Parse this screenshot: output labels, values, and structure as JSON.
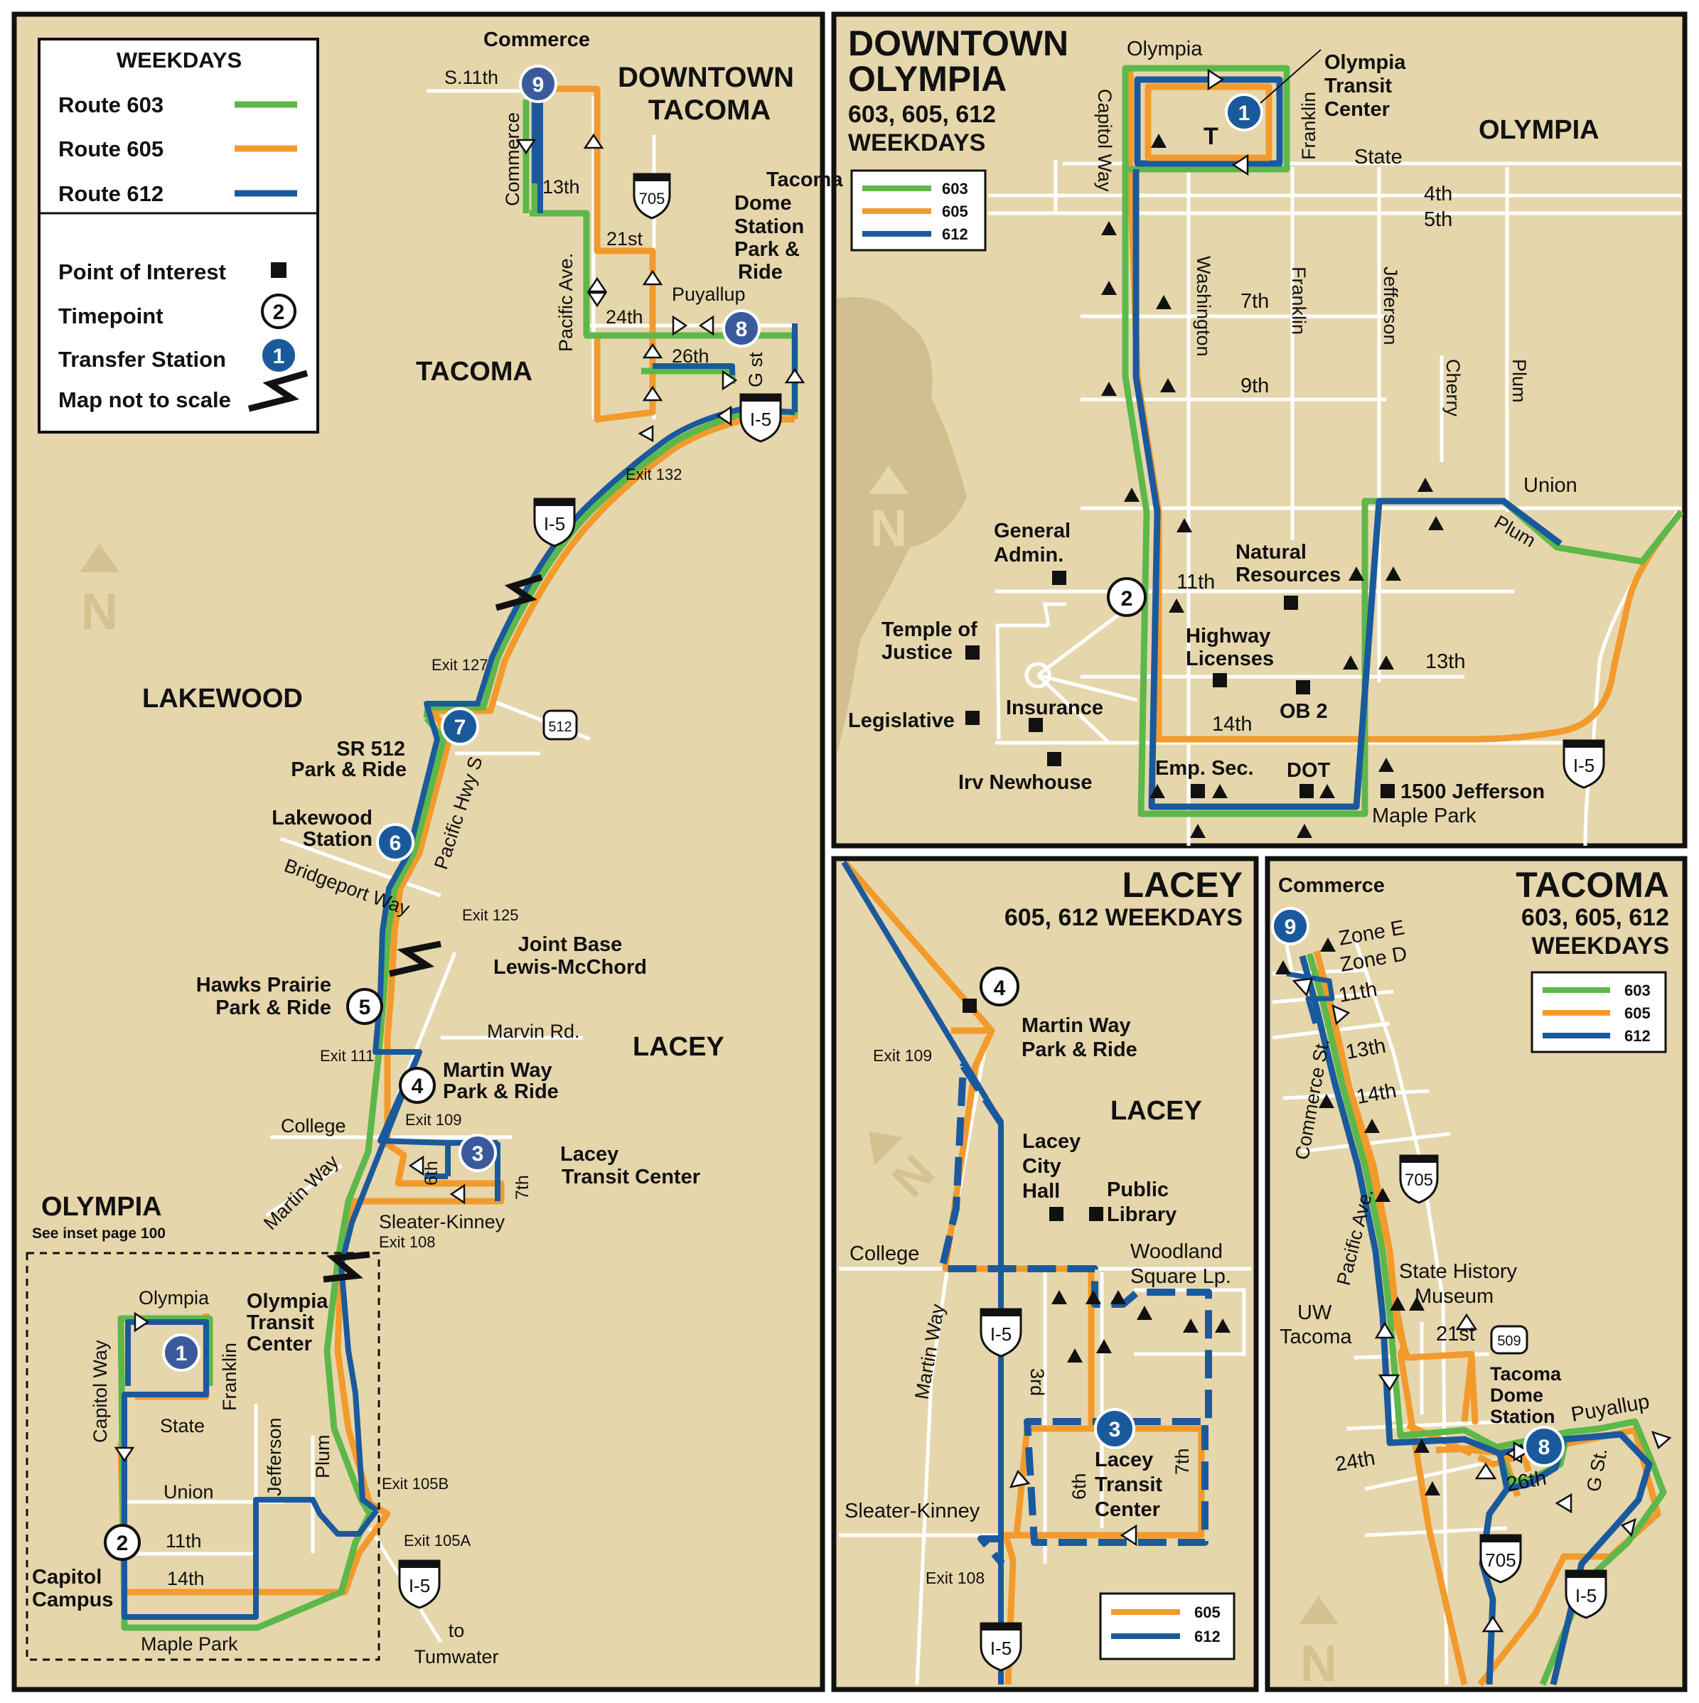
{
  "legend": {
    "heading": "WEEKDAYS",
    "routes": [
      {
        "label": "Route 603",
        "color": "#5cb84a"
      },
      {
        "label": "Route 605",
        "color": "#f39a2c"
      },
      {
        "label": "Route 612",
        "color": "#1a5a9c"
      }
    ],
    "symbols": {
      "poi": "Point of Interest",
      "timepoint": "Timepoint",
      "transfer": "Transfer Station",
      "not_to_scale": "Map not to scale"
    },
    "timepoint_sample": "2",
    "transfer_sample": "1"
  },
  "colors": {
    "background": "#e6d6ac",
    "route_603": "#5cb84a",
    "route_605": "#f39a2c",
    "route_612": "#1a5a9c",
    "water": "#d2bf90"
  },
  "main": {
    "areas": {
      "downtown_tacoma": [
        "DOWNTOWN",
        "TACOMA"
      ],
      "tacoma": "TACOMA",
      "lakewood": "LAKEWOOD",
      "lacey": "LACEY",
      "olympia": "OLYMPIA",
      "olympia_note": "See inset page 100"
    },
    "streets": {
      "commerce_top": "Commerce",
      "s11th": "S.11th",
      "commerce_side": "Commerce",
      "s13th": "13th",
      "pacific": "Pacific Ave.",
      "s21st": "21st",
      "puyallup": "Puyallup",
      "s24th": "24th",
      "s26th": "26th",
      "gst": "G st",
      "pacific_hwy": "Pacific Hwy S",
      "bridgeport": "Bridgeport Way",
      "marvin": "Marvin Rd.",
      "college": "College",
      "martin_way": "Martin Way",
      "s6th": "6th",
      "s7th": "7th",
      "sleater": "Sleater-Kinney",
      "olympia_st": "Olympia",
      "capitol_way": "Capitol Way",
      "franklin": "Franklin",
      "state": "State",
      "union": "Union",
      "jefferson": "Jefferson",
      "plum": "Plum",
      "s11th_oly": "11th",
      "s14th_oly": "14th",
      "maple_park": "Maple Park",
      "to_tumwater": [
        "to",
        "Tumwater"
      ]
    },
    "exits": {
      "e132": "Exit 132",
      "e127": "Exit 127",
      "e125": "Exit 125",
      "e111": "Exit 111",
      "e109": "Exit 109",
      "e108": "Exit 108",
      "e105b": "Exit 105B",
      "e105a": "Exit 105A"
    },
    "shields": {
      "i705": "705",
      "i5": "I-5",
      "sr512": "512"
    },
    "stops": {
      "s9": {
        "num": "9",
        "label": [
          "Commerce"
        ]
      },
      "s8": {
        "num": "8",
        "label": [
          "Tacoma",
          "Dome",
          "Station",
          "Park &",
          "Ride"
        ]
      },
      "s7": {
        "num": "7",
        "label": [
          "SR 512",
          "Park & Ride"
        ]
      },
      "s6": {
        "num": "6",
        "label": [
          "Lakewood",
          "Station"
        ]
      },
      "s5": {
        "num": "5",
        "label": [
          "Hawks Prairie",
          "Park & Ride"
        ]
      },
      "s4": {
        "num": "4",
        "label": [
          "Martin Way",
          "Park & Ride"
        ]
      },
      "s3": {
        "num": "3",
        "label": [
          "Lacey",
          "Transit Center"
        ]
      },
      "s2": {
        "num": "2",
        "label": [
          "Capitol",
          "Campus"
        ]
      },
      "s1": {
        "num": "1",
        "label": [
          "Olympia",
          "Transit",
          "Center"
        ]
      }
    },
    "jblm": [
      "Joint Base",
      "Lewis-McChord"
    ]
  },
  "olympia_inset": {
    "title": [
      "DOWNTOWN",
      "OLYMPIA"
    ],
    "subtitle": [
      "603, 605, 612",
      "WEEKDAYS"
    ],
    "legend": [
      "603",
      "605",
      "612"
    ],
    "area": "OLYMPIA",
    "streets": {
      "olympia": "Olympia",
      "capitol_way": "Capitol Way",
      "franklin_top": "Franklin",
      "state": "State",
      "s4th": "4th",
      "s5th": "5th",
      "s7th": "7th",
      "s9th": "9th",
      "washington": "Washington",
      "franklin": "Franklin",
      "jefferson": "Jefferson",
      "cherry": "Cherry",
      "plum_v": "Plum",
      "union": "Union",
      "plum_d": "Plum",
      "s11th": "11th",
      "s13th": "13th",
      "s14th": "14th",
      "maple_park": "Maple Park"
    },
    "transit_center": [
      "Olympia",
      "Transit",
      "Center"
    ],
    "t_mark": "T",
    "stop1": "1",
    "stop2": "2",
    "pois": {
      "general_admin": [
        "General",
        "Admin."
      ],
      "temple": [
        "Temple of",
        "Justice"
      ],
      "legislative": "Legislative",
      "insurance": "Insurance",
      "irv": "Irv Newhouse",
      "natural": [
        "Natural",
        "Resources"
      ],
      "highway": [
        "Highway",
        "Licenses"
      ],
      "ob2": "OB 2",
      "emp_sec": "Emp. Sec.",
      "dot": "DOT",
      "jefferson1500": "1500 Jefferson"
    },
    "shield": "I-5"
  },
  "lacey_inset": {
    "title": "LACEY",
    "subtitle": "605, 612 WEEKDAYS",
    "area": "LACEY",
    "stop4": "4",
    "stop3": "3",
    "martin_pr": [
      "Martin Way",
      "Park & Ride"
    ],
    "city_hall": [
      "Lacey",
      "City",
      "Hall"
    ],
    "library": [
      "Public",
      "Library"
    ],
    "transit_center": [
      "Lacey",
      "Transit",
      "Center"
    ],
    "streets": {
      "e109": "Exit 109",
      "college": "College",
      "woodland": [
        "Woodland",
        "Square Lp."
      ],
      "martin_way": "Martin Way",
      "s3rd": "3rd",
      "s6th": "6th",
      "s7th": "7th",
      "sleater": "Sleater-Kinney",
      "e108": "Exit 108"
    },
    "shields": [
      "I-5",
      "I-5"
    ],
    "legend": [
      "605",
      "612"
    ]
  },
  "tacoma_inset": {
    "title": "TACOMA",
    "subtitle": [
      "603, 605, 612",
      "WEEKDAYS"
    ],
    "legend": [
      "603",
      "605",
      "612"
    ],
    "commerce": "Commerce",
    "stop9": "9",
    "stop8": "8",
    "zones": [
      "Zone E",
      "Zone D"
    ],
    "streets": {
      "s11th": "11th",
      "s13th": "13th",
      "s14th": "14th",
      "commerce_st": "Commerce St.",
      "pacific": "Pacific Ave.",
      "s21st": "21st",
      "s24th": "24th",
      "s26th": "26th",
      "puyallup": "Puyallup",
      "gst": "G St."
    },
    "pois": {
      "history": [
        "State History",
        "Museum"
      ],
      "uw": [
        "UW",
        "Tacoma"
      ],
      "dome": [
        "Tacoma",
        "Dome",
        "Station"
      ]
    },
    "shields": {
      "i705a": "705",
      "sr509": "509",
      "i705b": "705",
      "i5": "I-5"
    }
  }
}
